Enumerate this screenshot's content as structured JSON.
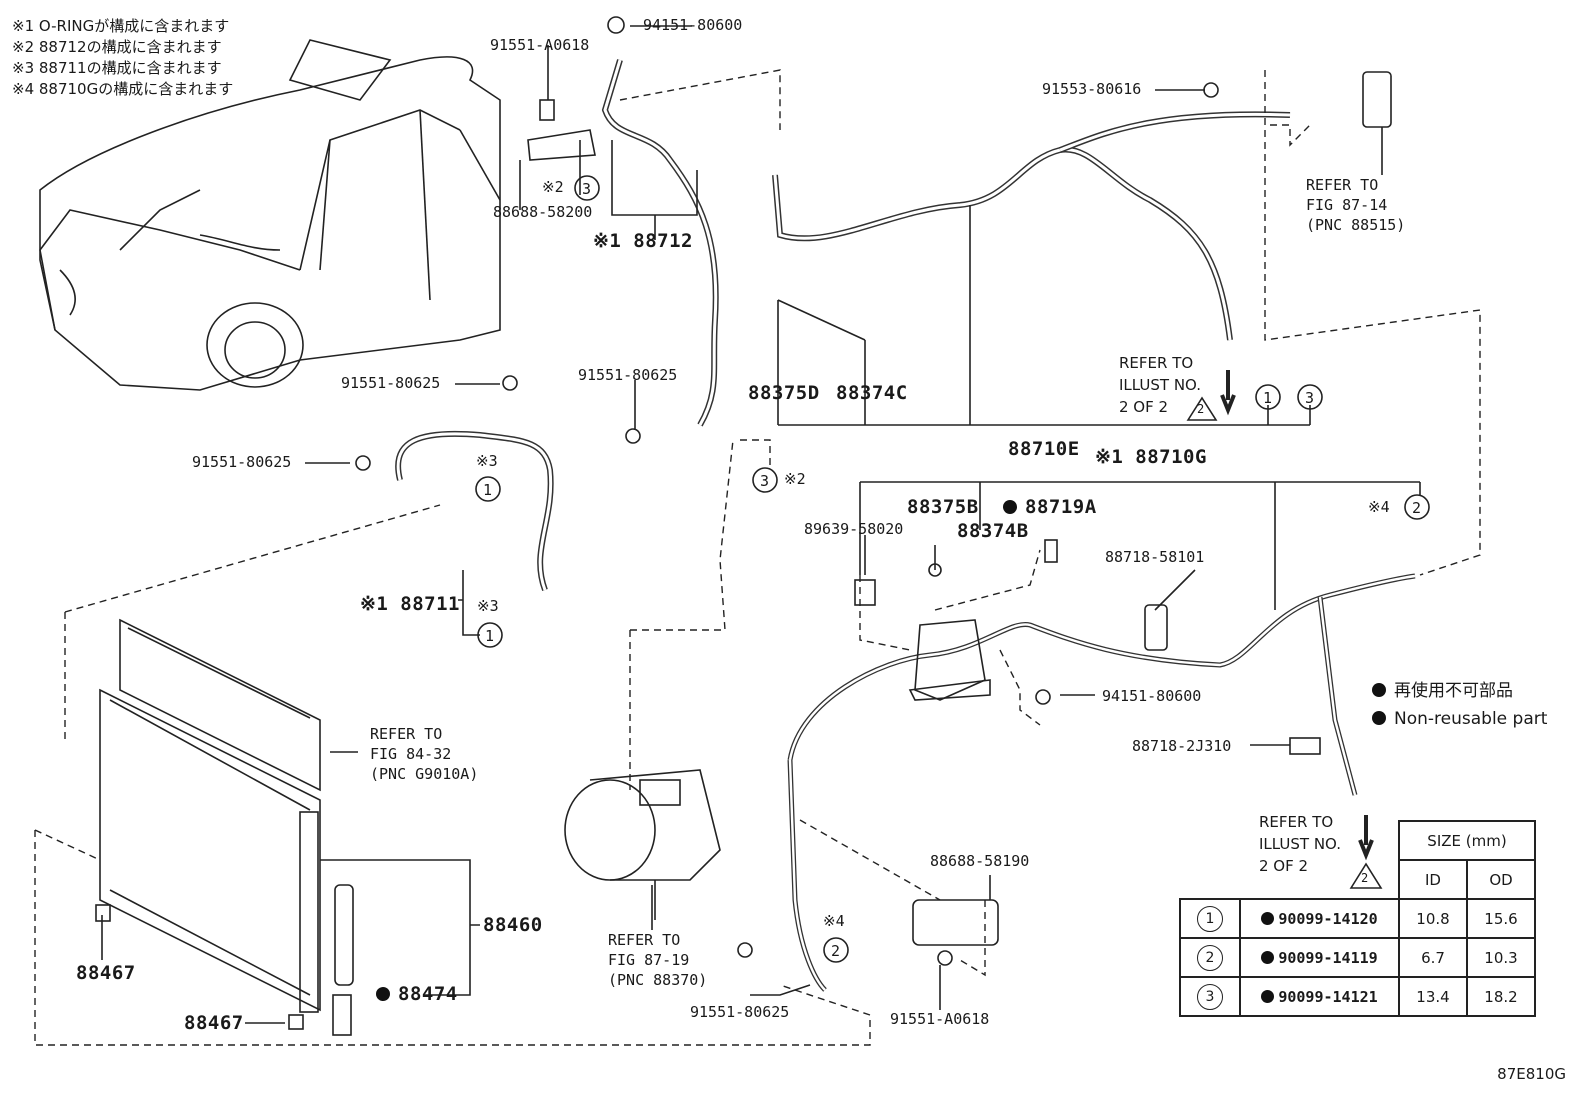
{
  "notes": [
    "※1 O-RINGが構成に含まれます",
    "※2 88712の構成に含まれます",
    "※3 88711の構成に含まれます",
    "※4 88710Gの構成に含まれます"
  ],
  "labels": {
    "p94151_80600_top": "94151-80600",
    "p91551_A0618_top": "91551-A0618",
    "p88688_58200": "88688-58200",
    "n2_a": "※2",
    "p88712": "※1 88712",
    "p91553_80616": "91553-80616",
    "p91551_80625_a": "91551-80625",
    "p91551_80625_b": "91551-80625",
    "p91551_80625_c": "91551-80625",
    "n3_a": "※3",
    "p88375D": "88375D",
    "p88374C": "88374C",
    "p88710E": "88710E",
    "p88710G": "※1 88710G",
    "n2_b": "※2",
    "p88375B": "88375B",
    "p88719A": "88719A",
    "p88374B": "88374B",
    "p89639_58020": "89639-58020",
    "n4_a": "※4",
    "p88718_58101": "88718-58101",
    "p88711": "※1 88711",
    "n3_b": "※3",
    "p94151_80600_mid": "94151-80600",
    "p88718_2J310": "88718-2J310",
    "p88460": "88460",
    "p88467_a": "88467",
    "p88467_b": "88467",
    "p88474": "88474",
    "p88688_58190": "88688-58190",
    "n4_b": "※4",
    "p91551_80625_d": "91551-80625",
    "p91551_A0618_bot": "91551-A0618"
  },
  "refs": {
    "r87_14": [
      "REFER TO",
      "FIG 87-14",
      "(PNC 88515)"
    ],
    "r84_32": [
      "REFER TO",
      "FIG 84-32",
      "(PNC G9010A)"
    ],
    "r87_19": [
      "REFER TO",
      "FIG 87-19",
      "(PNC 88370)"
    ]
  },
  "illust": {
    "top": [
      "REFER TO",
      "ILLUST NO.",
      "2 OF 2"
    ],
    "bottom": [
      "REFER TO",
      "ILLUST NO.",
      "2 OF 2"
    ],
    "triangle_number": "2"
  },
  "circle_marks": {
    "one": "1",
    "two": "2",
    "three": "3"
  },
  "legend": {
    "jp": "再使用不可部品",
    "en": "Non-reusable part"
  },
  "size_table": {
    "header": "SIZE (mm)",
    "col_id": "ID",
    "col_od": "OD",
    "rows": [
      {
        "mark": "1",
        "part": "90099-14120",
        "id": "10.8",
        "od": "15.6"
      },
      {
        "mark": "2",
        "part": "90099-14119",
        "id": "6.7",
        "od": "10.3"
      },
      {
        "mark": "3",
        "part": "90099-14121",
        "id": "13.4",
        "od": "18.2"
      }
    ]
  },
  "diagram_code": "87E810G"
}
